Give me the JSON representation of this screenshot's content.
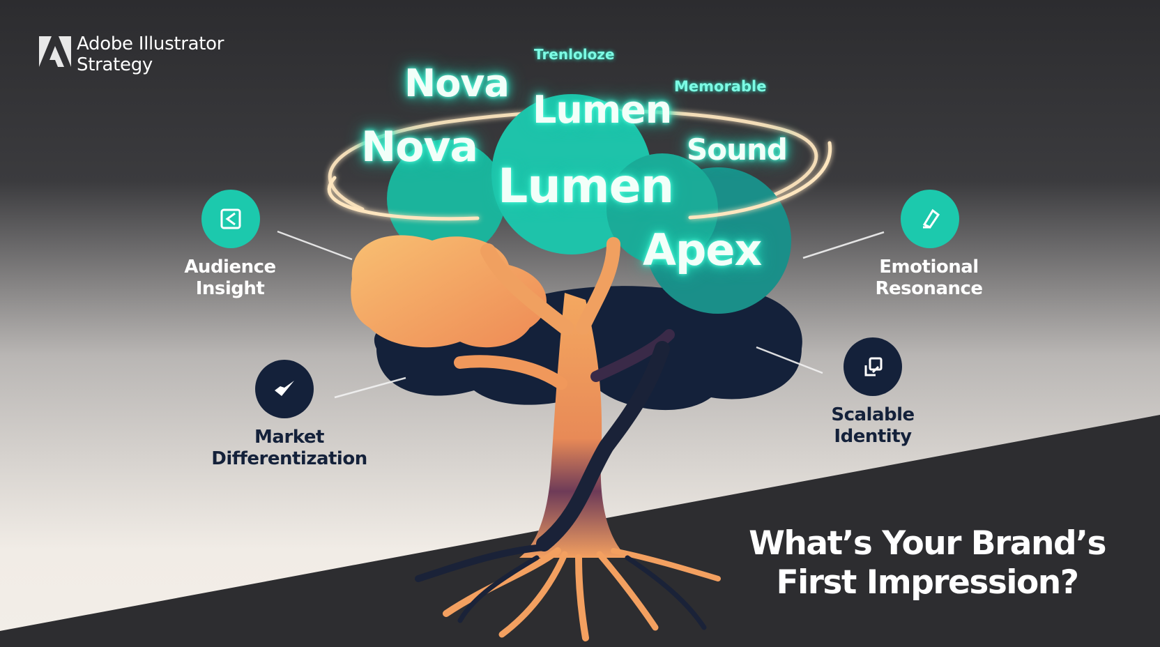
{
  "brand": {
    "line1": "Adobe Illustrator",
    "line2": "Strategy",
    "logo_icon": "adobe-logo-icon"
  },
  "canopy_words": {
    "small": [
      "Trenloloze",
      "Memorable"
    ],
    "large": [
      "Nova",
      "Lumen",
      "Nova",
      "Sound",
      "Lumen",
      "Apex"
    ]
  },
  "pillars": [
    {
      "line1": "Audience",
      "line2": "Insight",
      "icon": "cursor-box-icon",
      "color": "#1cc9ad"
    },
    {
      "line1": "Market",
      "line2": "Differentization",
      "icon": "checkmark-arrow-icon",
      "color": "#14213a"
    },
    {
      "line1": "Emotional",
      "line2": "Resonance",
      "icon": "pen-tool-icon",
      "color": "#1cc9ad"
    },
    {
      "line1": "Scalable",
      "line2": "Identity",
      "icon": "resize-frame-icon",
      "color": "#14213a"
    }
  ],
  "headline": {
    "line1": "What’s Your Brand’s",
    "line2": "First Impression?"
  },
  "colors": {
    "teal": "#1cc9ad",
    "navy": "#14213a",
    "orange": "#f6a55d",
    "dark_bg": "#2b2b2d",
    "light_bg": "#efebe6"
  }
}
